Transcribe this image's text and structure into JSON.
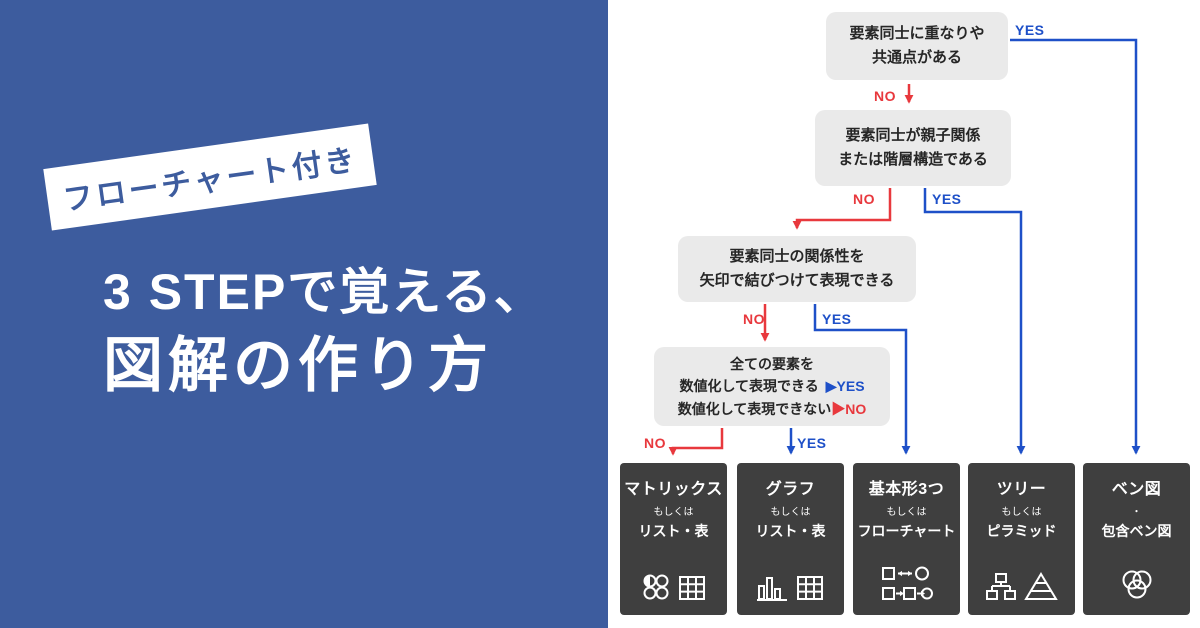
{
  "left_panel": {
    "bg_color": "#3d5c9e",
    "ribbon_label": "フローチャート付き",
    "title_line1": "3 STEPで覚える、",
    "title_line2": "図解の作り方"
  },
  "labels": {
    "yes": "YES",
    "no": "NO"
  },
  "colors": {
    "panel_blue": "#3d5c9e",
    "yes_blue": "#1e50c8",
    "no_red": "#e8383d",
    "question_box_bg": "#eaeaea",
    "result_box_bg": "#3f3f3f"
  },
  "flowchart": {
    "questions": [
      {
        "text": "要素同士に重なりや\n共通点がある"
      },
      {
        "text": "要素同士が親子関係\nまたは階層構造である"
      },
      {
        "text": "要素同士の関係性を\n矢印で結びつけて表現できる"
      },
      {
        "line1": "全ての要素を",
        "line2": "数値化して表現できる",
        "line2_tag": "▶YES",
        "line3": "数値化して表現できない",
        "line3_tag": "▶NO"
      }
    ],
    "results": [
      {
        "title": "マトリックス",
        "conj": "もしくは",
        "alt": "リスト・表",
        "icons": [
          "matrix-icon",
          "table-icon"
        ]
      },
      {
        "title": "グラフ",
        "conj": "もしくは",
        "alt": "リスト・表",
        "icons": [
          "bar-chart-icon",
          "table-icon"
        ]
      },
      {
        "title": "基本形3つ",
        "conj": "もしくは",
        "alt": "フローチャート",
        "icons": [
          "flowchart-icon"
        ]
      },
      {
        "title": "ツリー",
        "conj": "もしくは",
        "alt": "ピラミッド",
        "icons": [
          "tree-icon",
          "pyramid-icon"
        ]
      },
      {
        "title": "ベン図",
        "conj": "・",
        "alt": "包含ベン図",
        "icons": [
          "venn-diagram-icon"
        ]
      }
    ]
  }
}
